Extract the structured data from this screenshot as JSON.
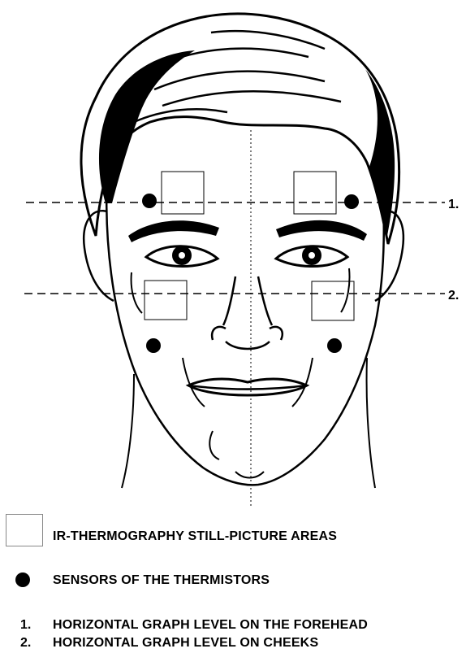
{
  "level_labels": [
    "1.",
    "2."
  ],
  "legend": {
    "areas_label": "IR-THERMOGRAPHY STILL-PICTURE AREAS",
    "sensors_label": "SENSORS OF THE THERMISTORS"
  },
  "levels": [
    {
      "number": "1.",
      "text": "HORIZONTAL GRAPH LEVEL ON THE FOREHEAD"
    },
    {
      "number": "2.",
      "text": "HORIZONTAL GRAPH LEVEL ON CHEEKS"
    }
  ]
}
